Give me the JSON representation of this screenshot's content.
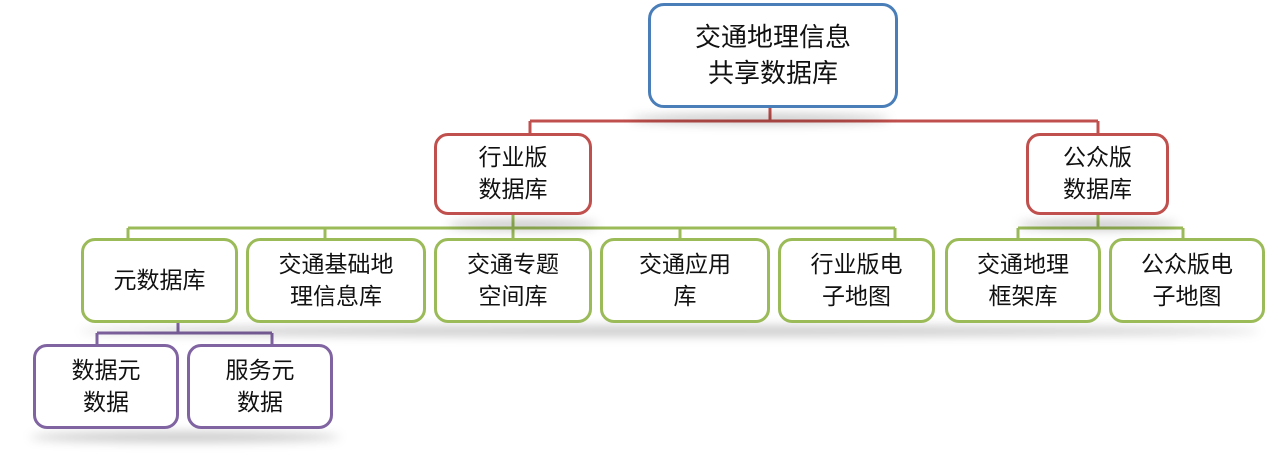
{
  "diagram": {
    "root": {
      "line1": "交通地理信息",
      "line2": "共享数据库"
    },
    "industry": {
      "line1": "行业版",
      "line2": "数据库",
      "children": [
        {
          "line1": "元数据库",
          "line2": ""
        },
        {
          "line1": "交通基础地",
          "line2": "理信息库"
        },
        {
          "line1": "交通专题",
          "line2": "空间库"
        },
        {
          "line1": "交通应用",
          "line2": "库"
        },
        {
          "line1": "行业版电",
          "line2": "子地图"
        }
      ],
      "metadata_children": [
        {
          "line1": "数据元",
          "line2": "数据"
        },
        {
          "line1": "服务元",
          "line2": "数据"
        }
      ]
    },
    "public": {
      "line1": "公众版",
      "line2": "数据库",
      "children": [
        {
          "line1": "交通地理",
          "line2": "框架库"
        },
        {
          "line1": "公众版电",
          "line2": "子地图"
        }
      ]
    },
    "colors": {
      "level0": "#4a7eb9",
      "level1": "#c0504d",
      "level2": "#9bbb59",
      "level3": "#8064a2"
    }
  }
}
